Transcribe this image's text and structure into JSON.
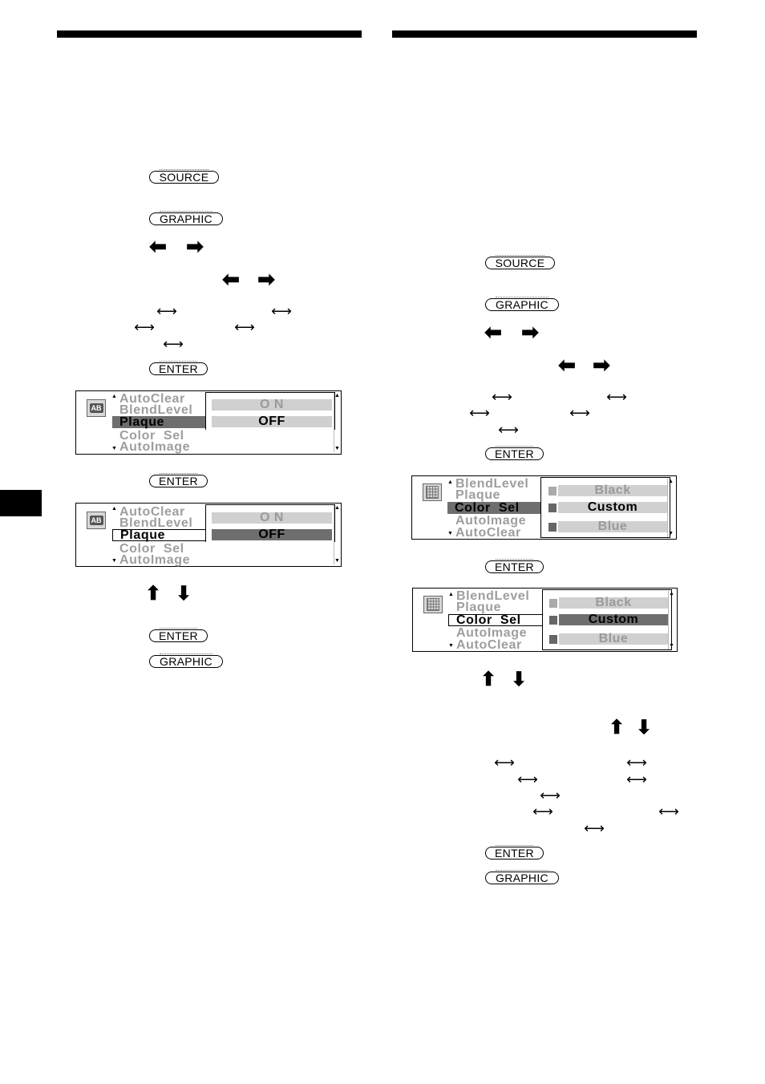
{
  "buttons": {
    "source": "SOURCE",
    "graphic": "GRAPHIC",
    "enter": "ENTER"
  },
  "glyphs": {
    "left_arrow": "⬅",
    "right_arrow": "➡",
    "up_arrow": "⬆",
    "down_arrow": "⬇",
    "double_arrow": "⟷"
  },
  "display_blend": {
    "icon": "AB",
    "menu_items": [
      "AutoClear",
      "BlendLevel",
      "Plaque",
      "Color  Sel",
      "AutoImage"
    ],
    "options": [
      "O N",
      "OFF"
    ]
  },
  "display_color": {
    "menu_items": [
      "BlendLevel",
      "Plaque",
      "Color  Sel",
      "AutoImage",
      "AutoClear"
    ],
    "options": [
      "Black",
      "Custom",
      "Blue"
    ]
  },
  "colors": {
    "highlight": "#6e6e6e",
    "option_bg": "#d0d0d0",
    "dim_text": "#9e9e9e"
  }
}
